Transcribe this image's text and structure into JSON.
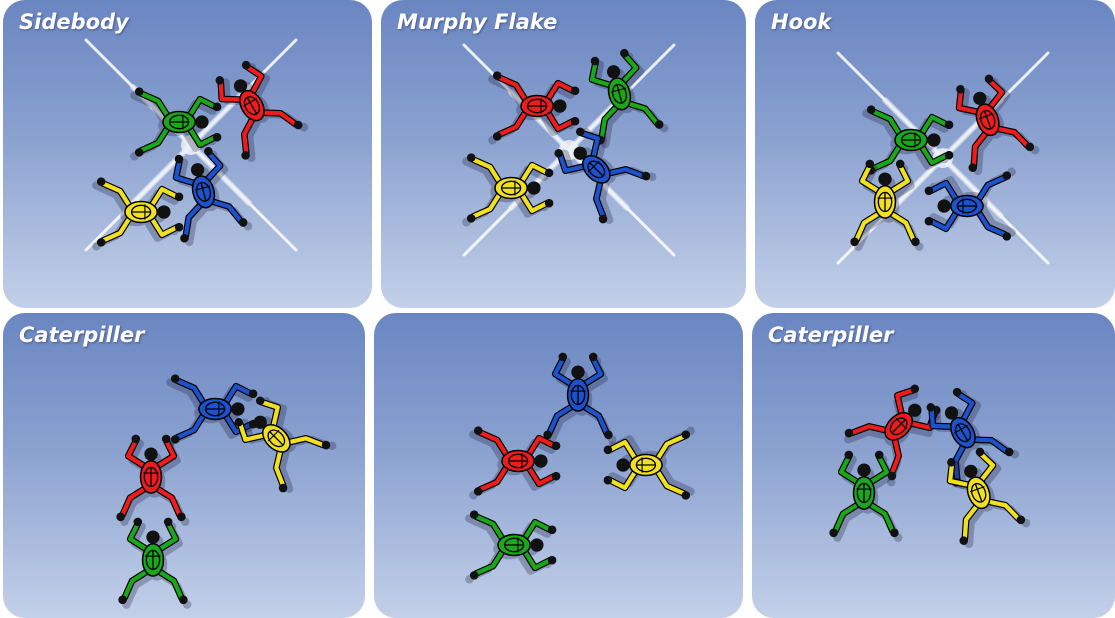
{
  "panels": [
    {
      "title": "Sidebody",
      "sparkle": true,
      "figures": [
        {
          "color": "#ee1c1c",
          "icon": "red-jumper-icon"
        },
        {
          "color": "#1aa81a",
          "icon": "green-jumper-icon"
        },
        {
          "color": "#1c52cc",
          "icon": "blue-jumper-icon"
        },
        {
          "color": "#f0e020",
          "icon": "yellow-jumper-icon"
        }
      ]
    },
    {
      "title": "Murphy Flake",
      "sparkle": true,
      "figures": [
        {
          "color": "#1aa81a",
          "icon": "green-jumper-icon"
        },
        {
          "color": "#ee1c1c",
          "icon": "red-jumper-icon"
        },
        {
          "color": "#1c52cc",
          "icon": "blue-jumper-icon"
        },
        {
          "color": "#f0e020",
          "icon": "yellow-jumper-icon"
        }
      ]
    },
    {
      "title": "Hook",
      "sparkle": true,
      "figures": [
        {
          "color": "#ee1c1c",
          "icon": "red-jumper-icon"
        },
        {
          "color": "#1aa81a",
          "icon": "green-jumper-icon"
        },
        {
          "color": "#f0e020",
          "icon": "yellow-jumper-icon"
        },
        {
          "color": "#1c52cc",
          "icon": "blue-jumper-icon"
        }
      ]
    },
    {
      "title": "Caterpiller",
      "sparkle": false,
      "figures": [
        {
          "color": "#1c52cc",
          "icon": "blue-jumper-icon"
        },
        {
          "color": "#f0e020",
          "icon": "yellow-jumper-icon"
        },
        {
          "color": "#ee1c1c",
          "icon": "red-jumper-icon"
        },
        {
          "color": "#1aa81a",
          "icon": "green-jumper-icon"
        }
      ]
    },
    {
      "title": "",
      "sparkle": false,
      "figures": [
        {
          "color": "#1c52cc",
          "icon": "blue-jumper-icon"
        },
        {
          "color": "#ee1c1c",
          "icon": "red-jumper-icon"
        },
        {
          "color": "#f0e020",
          "icon": "yellow-jumper-icon"
        },
        {
          "color": "#1aa81a",
          "icon": "green-jumper-icon"
        }
      ]
    },
    {
      "title": "Caterpiller",
      "sparkle": false,
      "figures": [
        {
          "color": "#ee1c1c",
          "icon": "red-jumper-icon"
        },
        {
          "color": "#1c52cc",
          "icon": "blue-jumper-icon"
        },
        {
          "color": "#1aa81a",
          "icon": "green-jumper-icon"
        },
        {
          "color": "#f0e020",
          "icon": "yellow-jumper-icon"
        }
      ]
    }
  ]
}
